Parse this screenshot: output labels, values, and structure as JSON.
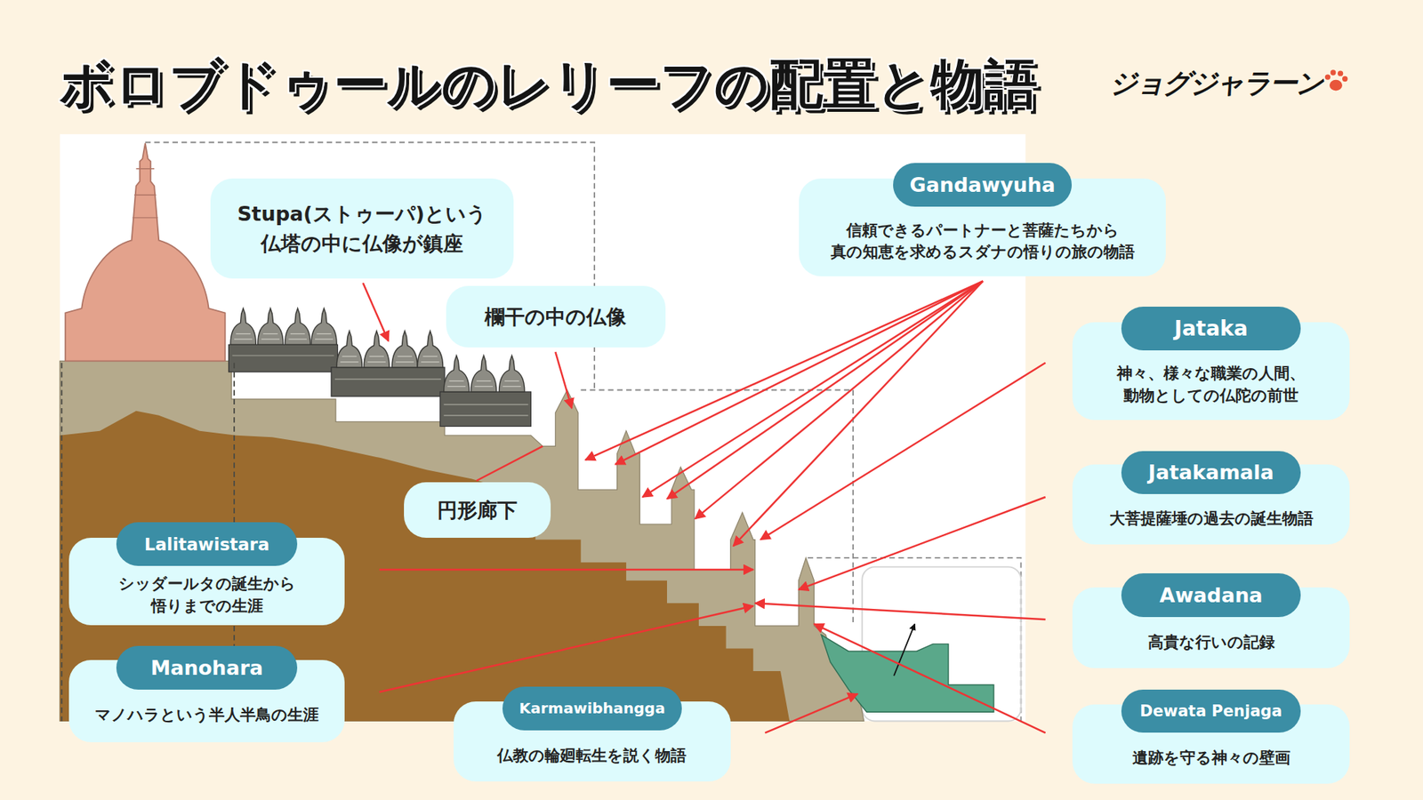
{
  "diagram": {
    "title": "ボロブドゥールのレリーフの配置と物語",
    "nodes": [
      {
        "text": [
          "Stupa(ストゥーパ)という 仏塔の中に仏像が鎮座"
        ]
      },
      {
        "text": [
          "Gandawyuha",
          "信頼できるパートナーと菩薩たちから 真の知恵を求めるスダナの悟りの旅の物語"
        ]
      },
      {
        "text": [
          "欄干の中の仏像"
        ]
      },
      {
        "text": [
          "Jataka",
          "神々、様々な職業の人間、 動物としての仏陀の前世"
        ]
      },
      {
        "text": [
          "Jatakamala",
          "大菩提薩埵の過去の誕生物語"
        ]
      },
      {
        "text": [
          "円形廊下"
        ]
      },
      {
        "text": [
          "Lalitawistara",
          "シッダールタの誕生から 悟りまでの生涯"
        ]
      },
      {
        "text": [
          "Awadana",
          "高貴な行いの記録"
        ]
      },
      {
        "text": [
          "Manohara",
          "マノハラという半人半鳥の生涯"
        ]
      },
      {
        "text": [
          "Karmawibhangga",
          "仏教の輪廻転生を説く物語"
        ]
      },
      {
        "text": [
          "Dewata Penjaga",
          "遺跡を守る神々の壁画"
        ]
      }
    ],
    "labels": [
      "ジョグジャラーン"
    ]
  }
}
